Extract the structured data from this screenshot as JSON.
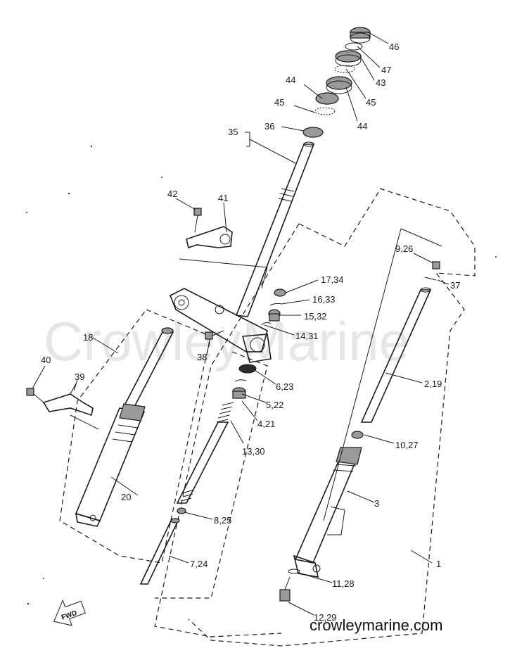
{
  "watermark": "CrowleyMarine",
  "site_text": "crowleymarine.com",
  "fwd_label": "FWD",
  "callouts": [
    {
      "id": "46",
      "text": "46"
    },
    {
      "id": "47",
      "text": "47"
    },
    {
      "id": "43",
      "text": "43"
    },
    {
      "id": "45a",
      "text": "45"
    },
    {
      "id": "44a",
      "text": "44"
    },
    {
      "id": "44b",
      "text": "44"
    },
    {
      "id": "45b",
      "text": "45"
    },
    {
      "id": "36",
      "text": "36"
    },
    {
      "id": "35",
      "text": "35"
    },
    {
      "id": "42",
      "text": "42"
    },
    {
      "id": "41",
      "text": "41"
    },
    {
      "id": "9_26",
      "text": "9,26"
    },
    {
      "id": "37",
      "text": "37"
    },
    {
      "id": "17_34",
      "text": "17,34"
    },
    {
      "id": "16_33",
      "text": "16,33"
    },
    {
      "id": "15_32",
      "text": "15,32"
    },
    {
      "id": "14_31",
      "text": "14,31"
    },
    {
      "id": "18",
      "text": "18"
    },
    {
      "id": "38",
      "text": "38"
    },
    {
      "id": "40",
      "text": "40"
    },
    {
      "id": "39",
      "text": "39"
    },
    {
      "id": "6_23",
      "text": "6,23"
    },
    {
      "id": "5_22",
      "text": "5,22"
    },
    {
      "id": "4_21",
      "text": "4,21"
    },
    {
      "id": "2_19",
      "text": "2,19"
    },
    {
      "id": "13_30",
      "text": "13,30"
    },
    {
      "id": "10_27",
      "text": "10,27"
    },
    {
      "id": "20",
      "text": "20"
    },
    {
      "id": "3",
      "text": "3"
    },
    {
      "id": "8_25",
      "text": "8,25"
    },
    {
      "id": "7_24",
      "text": "7,24"
    },
    {
      "id": "1",
      "text": "1"
    },
    {
      "id": "11_28",
      "text": "11,28"
    },
    {
      "id": "12_29",
      "text": "12,29"
    }
  ]
}
